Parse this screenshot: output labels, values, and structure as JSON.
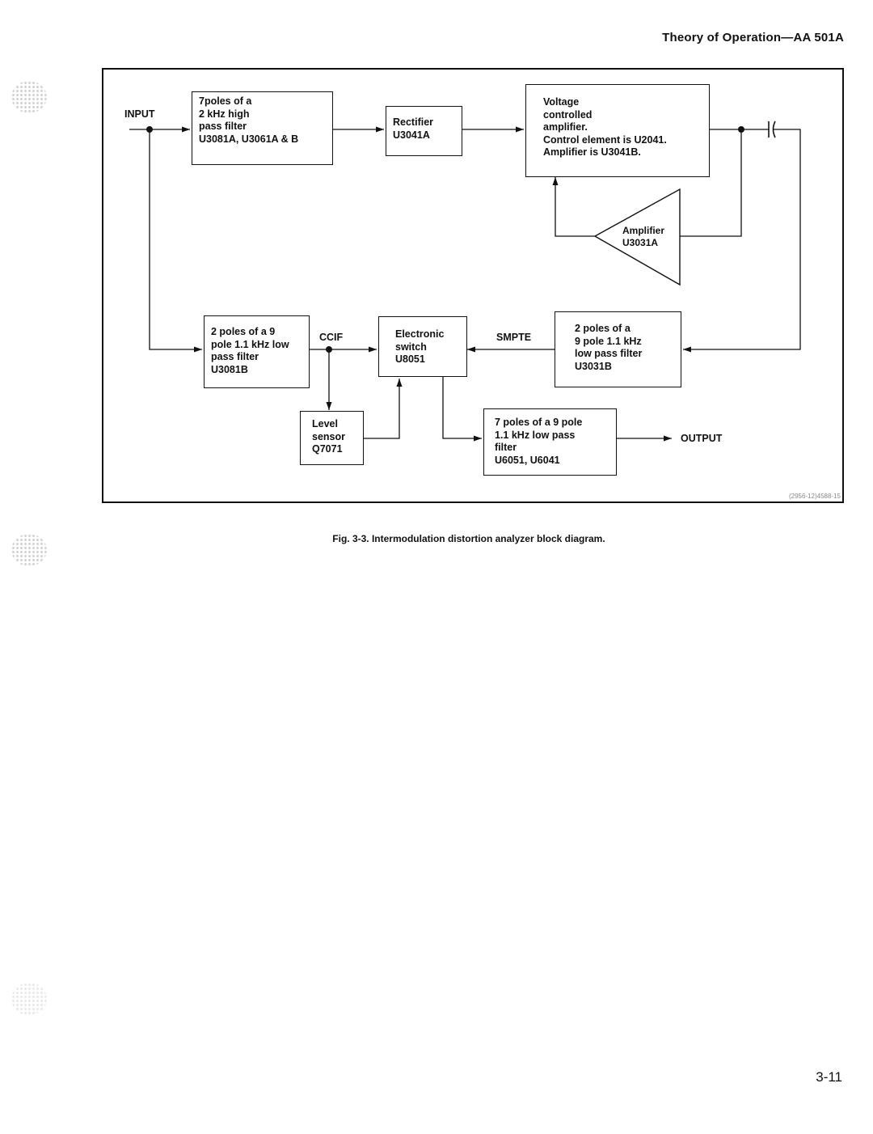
{
  "page": {
    "header": "Theory of Operation—AA 501A",
    "caption": "Fig. 3-3. Intermodulation distortion analyzer block diagram.",
    "page_number": "3-11",
    "catalog_number": "(2956-12)4588-15"
  },
  "diagram": {
    "labels": {
      "input": "INPUT",
      "output": "OUTPUT",
      "ccif": "CCIF",
      "smpte": "SMPTE"
    },
    "blocks": {
      "hpf": "7poles of a\n2 kHz high\npass filter\nU3081A, U3061A & B",
      "rectifier": "Rectifier\nU3041A",
      "vca": "Voltage\ncontrolled\namplifier.\nControl element is U2041.\nAmplifier is U3041B.",
      "amplifier": "Amplifier\nU3031A",
      "ccif_filter": "2 poles of a 9\npole 1.1 kHz low\npass filter\nU3081B",
      "switch": "Electronic\nswitch\nU8051",
      "smpte_filter": "2 poles of a\n9 pole 1.1 kHz\nlow pass filter\nU3031B",
      "level_sensor": "Level\nsensor\nQ7071",
      "output_filter": "7 poles of a 9 pole\n1.1 kHz low pass\nfilter\nU6051, U6041"
    }
  }
}
